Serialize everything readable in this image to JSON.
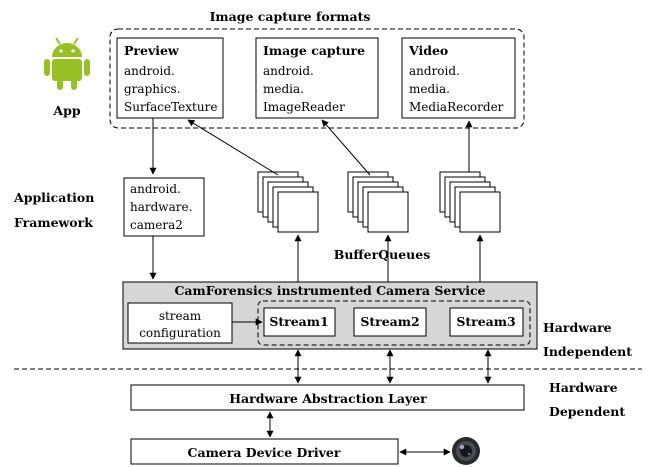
{
  "group_title": "Image capture formats",
  "app_label": "App",
  "framework_label": {
    "line1": "Application",
    "line2": "Framework"
  },
  "formats": [
    {
      "title": "Preview",
      "lines": [
        "android.",
        "graphics.",
        "SurfaceTexture"
      ]
    },
    {
      "title": "Image capture",
      "lines": [
        "android.",
        "media.",
        "ImageReader"
      ]
    },
    {
      "title": "Video",
      "lines": [
        "android.",
        "media.",
        "MediaRecorder"
      ]
    }
  ],
  "camera2_lines": [
    "android.",
    "hardware.",
    "camera2"
  ],
  "bufferqueues_label": "BufferQueues",
  "camera_service_title": "CamForensics instrumented Camera Service",
  "stream_config_lines": [
    "stream",
    "configuration"
  ],
  "streams": [
    "Stream1",
    "Stream2",
    "Stream3"
  ],
  "hw_independent": {
    "line1": "Hardware",
    "line2": "Independent"
  },
  "hw_dependent": {
    "line1": "Hardware",
    "line2": "Dependent"
  },
  "hal_label": "Hardware Abstraction Layer",
  "driver_label": "Camera Device Driver",
  "colors": {
    "android_green": "#97c024",
    "service_fill": "#d6d6d6",
    "lens": "#2a2a2a"
  },
  "icons": [
    "android-robot-icon",
    "camera-lens-icon"
  ]
}
